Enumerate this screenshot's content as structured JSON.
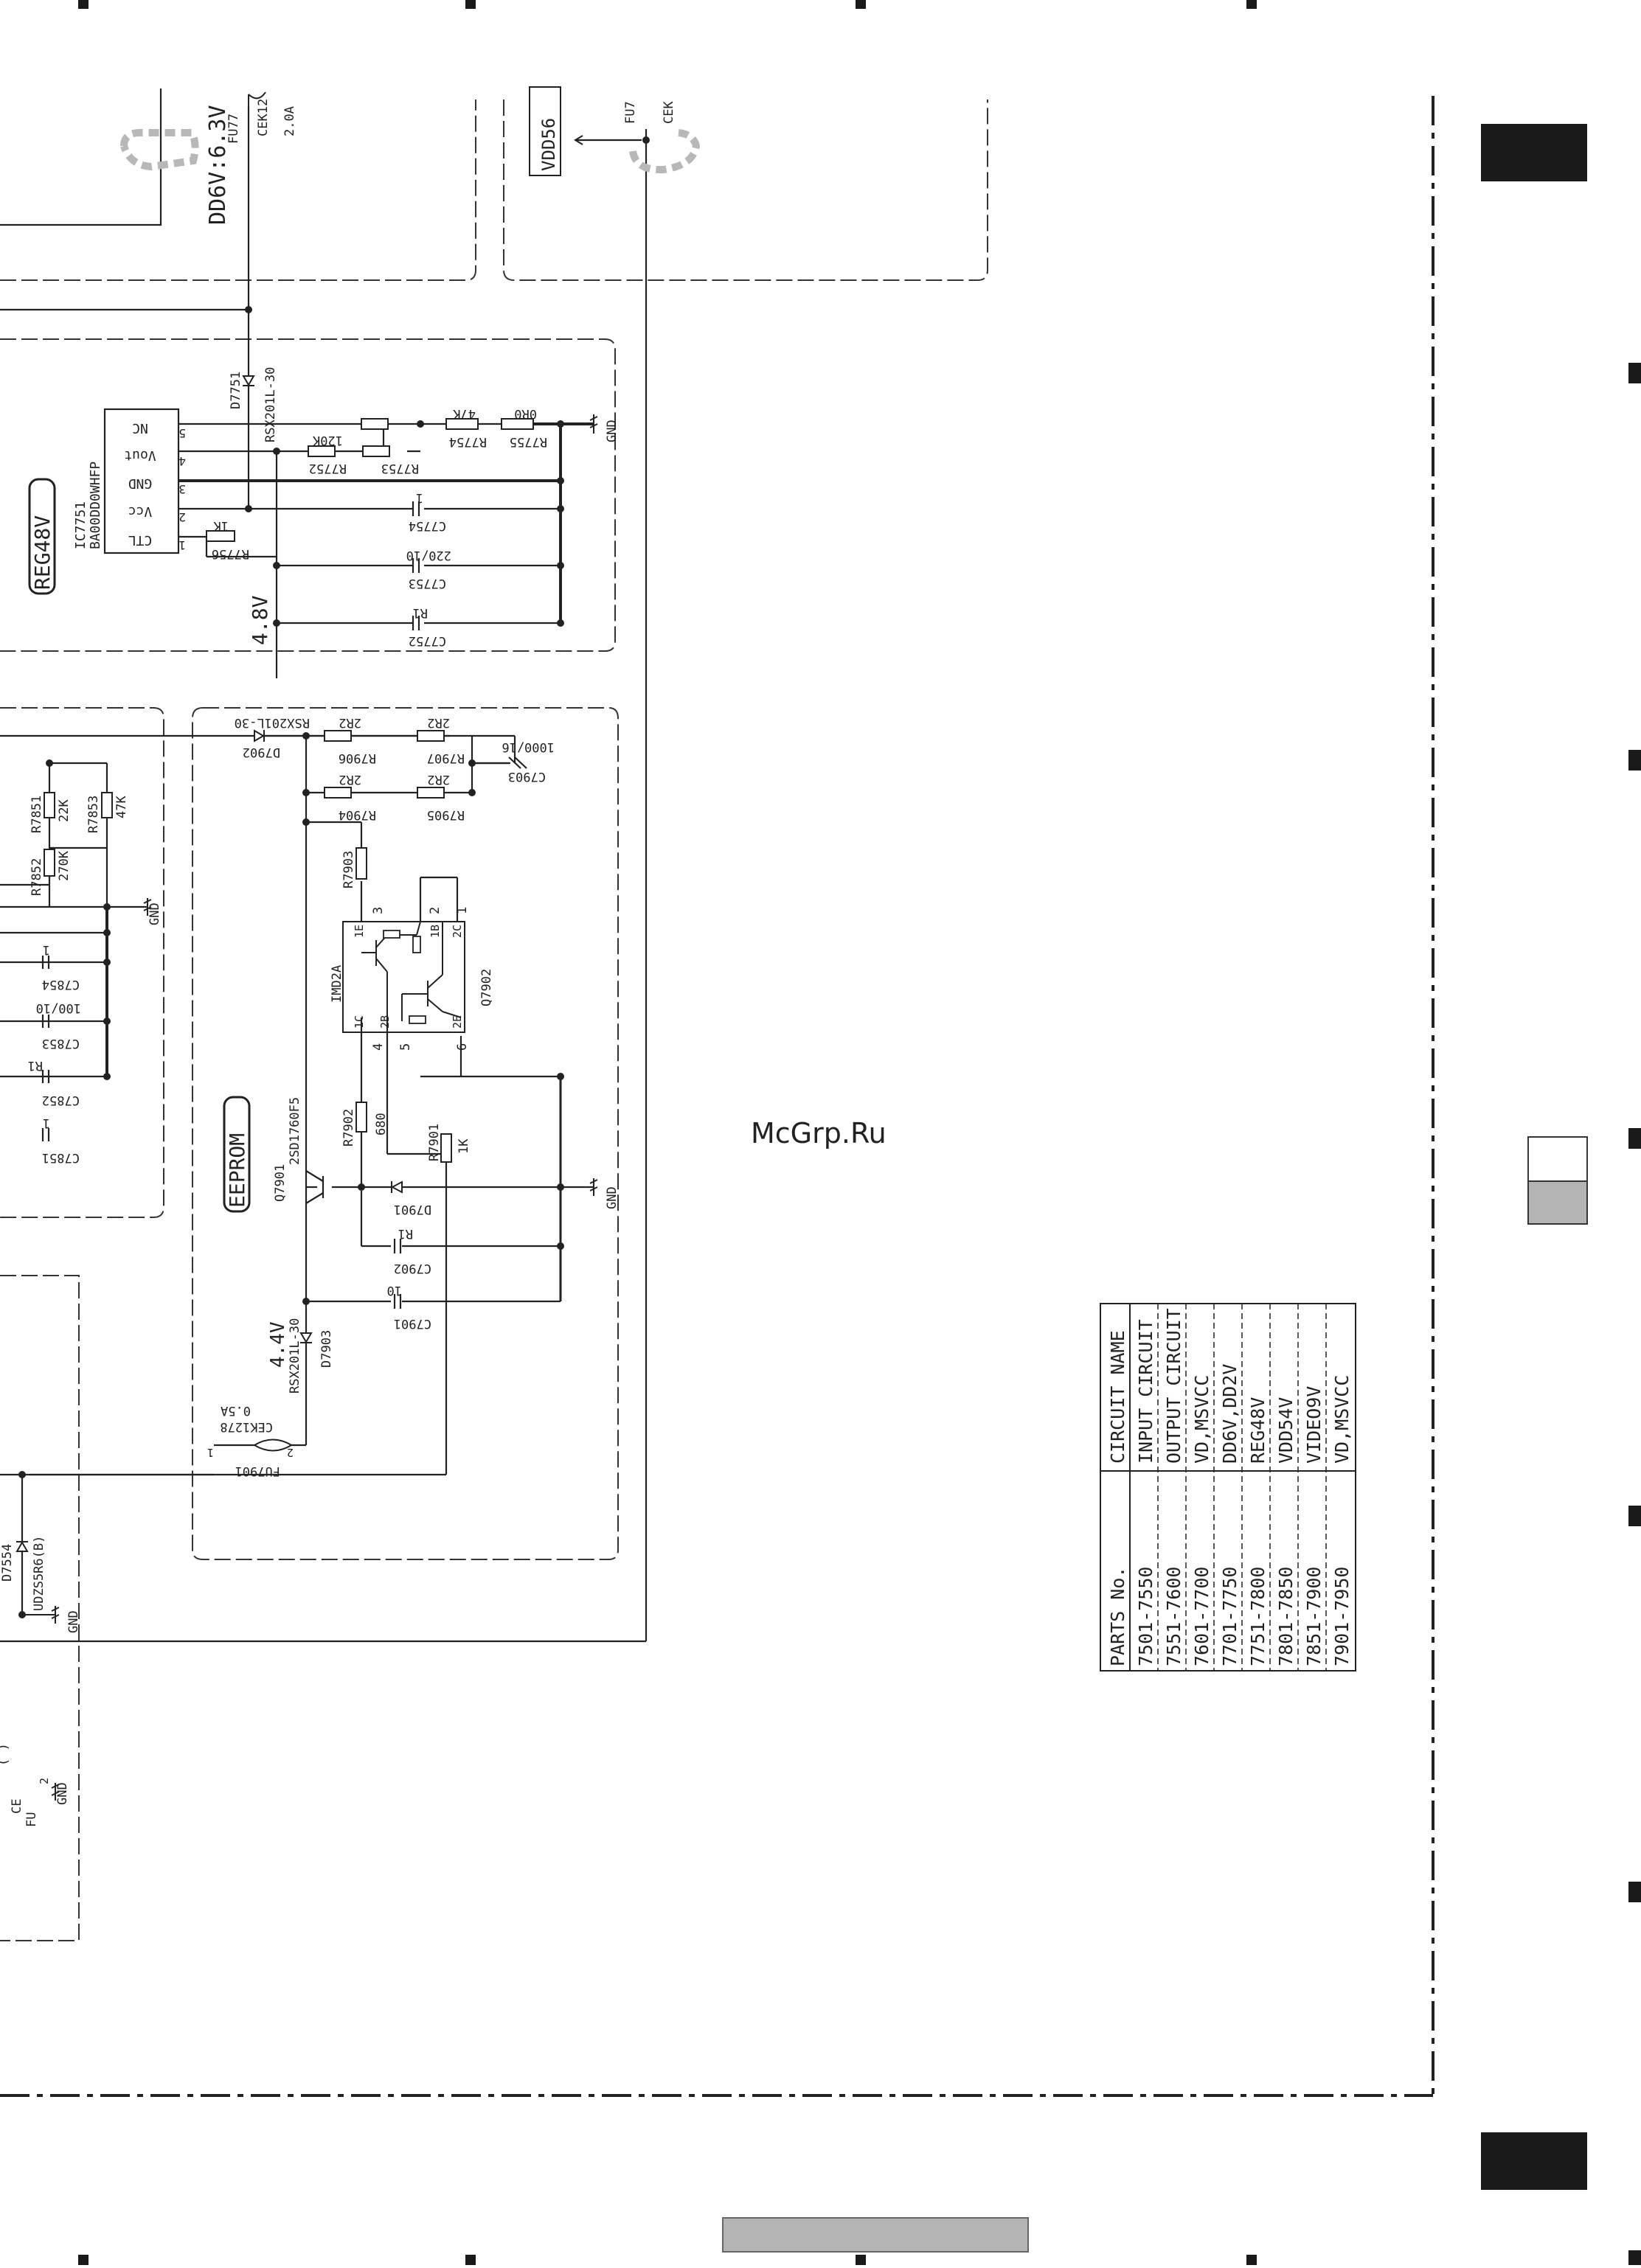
{
  "watermark": "McGrp.Ru",
  "colors": {
    "ink": "#222222",
    "tab": "#1a1a1a",
    "grey": "#b4b4b4",
    "watermark": "#c0392b"
  },
  "blocks": {
    "dd6v": {
      "rail": "DD6V:6.3V",
      "fuse": "FU77",
      "fuse_part": "CEK12",
      "fuse_rating": "2.0A"
    },
    "vdd56": {
      "label": "VDD56",
      "fuse": "FU7",
      "fuse_part": "CEK"
    },
    "reg48v": {
      "title": "REG48V",
      "ic_ref": "IC7751",
      "ic_part": "BA00DD0WHFP",
      "pins": [
        {
          "num": "5",
          "name": "NC"
        },
        {
          "num": "4",
          "name": "Vout"
        },
        {
          "num": "3",
          "name": "GND"
        },
        {
          "num": "2",
          "name": "Vcc"
        },
        {
          "num": "1",
          "name": "CTL"
        }
      ],
      "diode": "D7751",
      "diode_part": "RSX201L-30",
      "voltage": "4.8V",
      "r7752": "R7752",
      "r7752_val": "120K",
      "r7753": "R7753",
      "r7754": "R7754",
      "r7754_val": "47K",
      "r7755": "R7755",
      "r7755_val": "0R0",
      "r7756": "R7756",
      "r7756_val": "1K",
      "c7754": "C7754",
      "c7754_val": "1",
      "c7753": "C7753",
      "c7753_val": "220/10",
      "c7752": "C7752",
      "c7752_val": "R1",
      "gnd": "GND"
    },
    "vdd54v": {
      "r7851": "R7851",
      "r7851_val": "22K",
      "r7852": "R7852",
      "r7852_val": "270K",
      "r7853": "R7853",
      "r7853_val": "47K",
      "c7854": "C7854",
      "c7854_val": "1",
      "c7853": "C7853",
      "c7853_val": "100/10",
      "c7852": "C7852",
      "c7852_val": "R1",
      "c7851": "C7851",
      "c7851_val": "1",
      "gnd": "GND"
    },
    "eeprom": {
      "title": "EEPROM",
      "d7902": "D7902",
      "d7902_part": "RSX201L-30",
      "r7906": "R7906",
      "r7906_val": "2R2",
      "r7907": "R7907",
      "r7907_val": "2R2",
      "r7904": "R7904",
      "r7904_val": "2R2",
      "r7905": "R7905",
      "r7905_val": "2R2",
      "c7903": "C7903",
      "c7903_val": "1000/16",
      "r7903": "R7903",
      "q7902": "Q7902",
      "q7902_part": "IMD2A",
      "q7902_pins": [
        "1E",
        "1B",
        "2C",
        "1C",
        "2B",
        "2E"
      ],
      "q7902_legs": [
        "3",
        "2",
        "1",
        "4",
        "5",
        "6"
      ],
      "q7901": "Q7901",
      "q7901_part": "2SD1760F5",
      "r7902": "R7902",
      "r7902_val": "680",
      "r7901": "R7901",
      "r7901_val": "1K",
      "d7901": "D7901",
      "c7902": "C7902",
      "c7902_val": "R1",
      "c7901": "C7901",
      "c7901_val": "10",
      "voltage": "4.4V",
      "d7903": "D7903",
      "d7903_part": "RSX201L-30",
      "fuse": "FU7901",
      "fuse_part": "CEK1278",
      "fuse_rating": "0.5A",
      "gnd": "GND"
    },
    "left_lower": {
      "d7554": "D7554",
      "d7554_part": "UDZS5R6(B)",
      "gnd": "GND",
      "gnd2": "GND",
      "fuse_frag": "FU",
      "fuse_part_frag": "CE",
      "paren_frag": "( )"
    }
  },
  "parts_table": {
    "headers": [
      "PARTS No.",
      "CIRCUIT NAME"
    ],
    "rows": [
      [
        "7501-7550",
        "INPUT CIRCUIT"
      ],
      [
        "7551-7600",
        "OUTPUT CIRCUIT"
      ],
      [
        "7601-7700",
        "VD,MSVCC"
      ],
      [
        "7701-7750",
        "DD6V,DD2V"
      ],
      [
        "7751-7800",
        "REG48V"
      ],
      [
        "7801-7850",
        "VDD54V"
      ],
      [
        "7851-7900",
        "VIDEO9V"
      ],
      [
        "7901-7950",
        "VD,MSVCC"
      ]
    ]
  }
}
